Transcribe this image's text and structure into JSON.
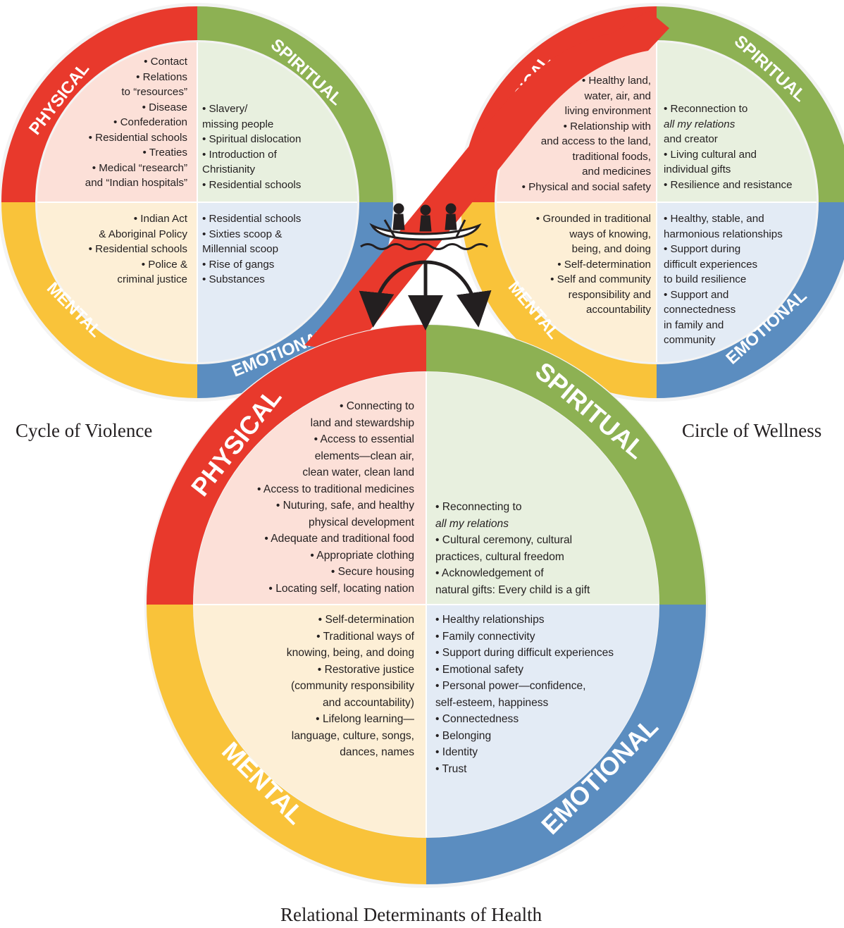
{
  "colors": {
    "physical": "#e8392c",
    "spiritual": "#8db153",
    "emotional": "#5b8dc0",
    "mental": "#f9c33a",
    "physical_bg": "#fce0d8",
    "spiritual_bg": "#e8f0df",
    "emotional_bg": "#e3ebf5",
    "mental_bg": "#fdefd6",
    "ink": "#231f20"
  },
  "captions": {
    "cycle": "Cycle of Violence",
    "wellness": "Circle of Wellness",
    "relational": "Relational Determinants of Health"
  },
  "ring_labels": {
    "physical": "PHYSICAL",
    "spiritual": "SPIRITUAL",
    "emotional": "EMOTIONAL",
    "mental": "MENTAL"
  },
  "cycle": {
    "physical": [
      "• Contact",
      "• Relations",
      "to “resources”",
      "• Disease",
      "• Confederation",
      "• Residential schools",
      "• Treaties",
      "• Medical “research”",
      "and “Indian hospitals”"
    ],
    "spiritual": [
      "• Slavery/",
      "missing people",
      "• Spiritual dislocation",
      "• Introduction of",
      "Christianity",
      "• Residential schools"
    ],
    "mental": [
      "• Indian Act",
      "& Aboriginal Policy",
      "• Residential schools",
      "• Police &",
      "criminal justice"
    ],
    "emotional": [
      "• Residential schools",
      "• Sixties scoop &",
      "Millennial scoop",
      "• Rise of gangs",
      "• Substances"
    ]
  },
  "wellness": {
    "physical": [
      "• Healthy land,",
      "water, air, and",
      "living environment",
      "• Relationship with",
      "and access to the land,",
      "traditional foods,",
      "and medicines",
      "• Physical and social safety"
    ],
    "spiritual": [
      "• Reconnection to",
      "all my relations",
      "and creator",
      "• Living cultural and",
      "individual gifts",
      "• Resilience and resistance"
    ],
    "mental": [
      "• Grounded in traditional",
      "ways of knowing,",
      "being, and doing",
      "• Self-determination",
      "• Self and community",
      "responsibility and",
      "accountability"
    ],
    "emotional": [
      "• Healthy, stable, and",
      "harmonious relationships",
      "• Support during",
      "difficult experiences",
      "to build resilience",
      "• Support and",
      "connectedness",
      "in family and",
      "community"
    ]
  },
  "relational": {
    "physical": [
      "• Connecting to",
      "land and stewardship",
      "• Access to essential",
      "elements—clean air,",
      "clean water, clean land",
      "• Access to traditional medicines",
      "• Nuturing, safe, and healthy",
      "physical development",
      "• Adequate and traditional food",
      "• Appropriate clothing",
      "• Secure housing",
      "• Locating self, locating nation"
    ],
    "spiritual": [
      "• Reconnecting to",
      "all my relations",
      "• Cultural ceremony, cultural",
      "practices, cultural freedom",
      "• Acknowledgement of",
      "natural gifts: Every child is a gift"
    ],
    "mental": [
      "• Self-determination",
      "• Traditional ways of",
      "knowing, being, and doing",
      "• Restorative justice",
      "(community responsibility",
      "and accountability)",
      "• Lifelong learning—",
      "language, culture, songs,",
      "dances, names"
    ],
    "emotional": [
      "• Healthy relationships",
      "• Family connectivity",
      "• Support during difficult experiences",
      "• Emotional safety",
      "• Personal power—confidence,",
      "self-esteem, happiness",
      "• Connectedness",
      "• Belonging",
      "• Identity",
      "• Trust"
    ]
  },
  "icon": "canoe-icon"
}
